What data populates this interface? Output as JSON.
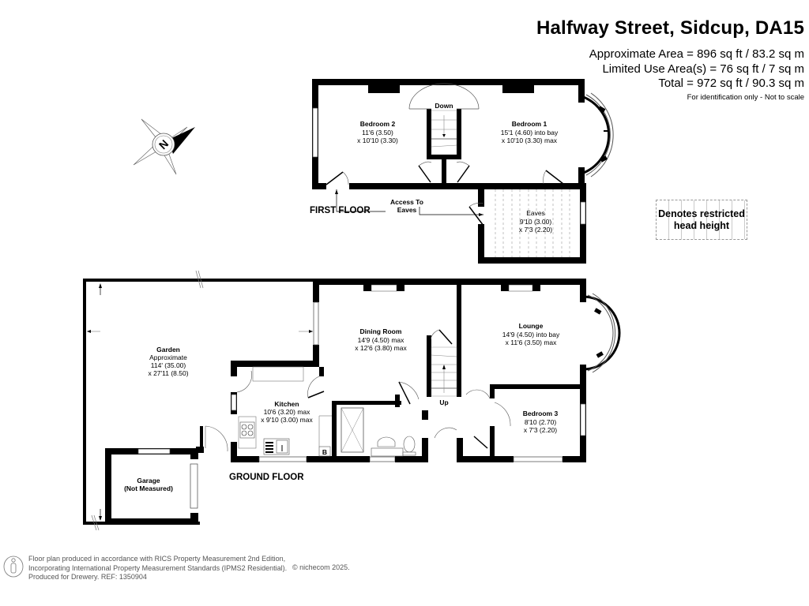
{
  "header": {
    "title": "Halfway Street, Sidcup, DA15",
    "approx_area": "Approximate Area = 896 sq ft / 83.2 sq m",
    "limited_use_area": "Limited Use Area(s) = 76 sq ft / 7 sq m",
    "total_area": "Total = 972 sq ft / 90.3 sq m",
    "note": "For identification only - Not to scale"
  },
  "compass": {
    "icon": "compass-north-icon",
    "letter": "N"
  },
  "legend": {
    "text_line1": "Denotes restricted",
    "text_line2": "head height"
  },
  "first_floor": {
    "label": "FIRST FLOOR",
    "stairs_label": "Down",
    "access_label_line1": "Access To",
    "access_label_line2": "Eaves",
    "rooms": [
      {
        "name": "Bedroom 2",
        "dim1": "11'6 (3.50)",
        "dim2": "x 10'10 (3.30)"
      },
      {
        "name": "Bedroom 1",
        "dim1": "15'1 (4.60) into bay",
        "dim2": "x 10'10 (3.30) max"
      },
      {
        "name": "Eaves",
        "dim1": "9'10 (3.00)",
        "dim2": "x 7'3 (2.20)"
      }
    ]
  },
  "ground_floor": {
    "label": "GROUND FLOOR",
    "stairs_label": "Up",
    "boiler_label": "B",
    "rooms": [
      {
        "name": "Garden",
        "dim0": "Approximate",
        "dim1": "114' (35.00)",
        "dim2": "x 27'11 (8.50)"
      },
      {
        "name": "Dining Room",
        "dim1": "14'9 (4.50) max",
        "dim2": "x 12'6 (3.80) max"
      },
      {
        "name": "Lounge",
        "dim1": "14'9 (4.50) into bay",
        "dim2": "x 11'6 (3.50) max"
      },
      {
        "name": "Kitchen",
        "dim1": "10'6 (3.20) max",
        "dim2": "x 9'10 (3.00) max"
      },
      {
        "name": "Bedroom 3",
        "dim1": "8'10 (2.70)",
        "dim2": "x 7'3 (2.20)"
      },
      {
        "name": "Garage",
        "dim1": "(Not Measured)"
      }
    ]
  },
  "footer": {
    "line1": "Floor plan produced in accordance with RICS Property Measurement 2nd Edition,",
    "line2": "Incorporating International Property Measurement Standards (IPMS2 Residential).",
    "line3": "Produced for Drewery.   REF:   1350904",
    "copyright": "© nichecom 2025."
  }
}
